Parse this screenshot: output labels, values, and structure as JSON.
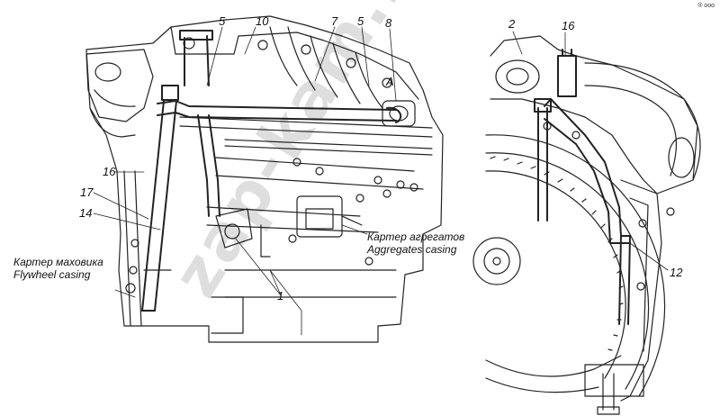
{
  "callouts": {
    "n5a": "5",
    "n10": "10",
    "n7": "7",
    "n5b": "5",
    "n8": "8",
    "nA": "A",
    "n16a": "16",
    "n17": "17",
    "n14": "14",
    "n1": "1",
    "n2": "2",
    "n16b": "16",
    "n12": "12"
  },
  "captions": {
    "aggregates_ru": "Картер агрегатов",
    "aggregates_en": "Aggregates casing",
    "flywheel_ru": "Картер маховика",
    "flywheel_en": "Flywheel casing"
  },
  "watermark": "zap-kam.ru",
  "corner_mark": "® ooo",
  "colors": {
    "line": "#222222",
    "watermark": "#000000"
  }
}
